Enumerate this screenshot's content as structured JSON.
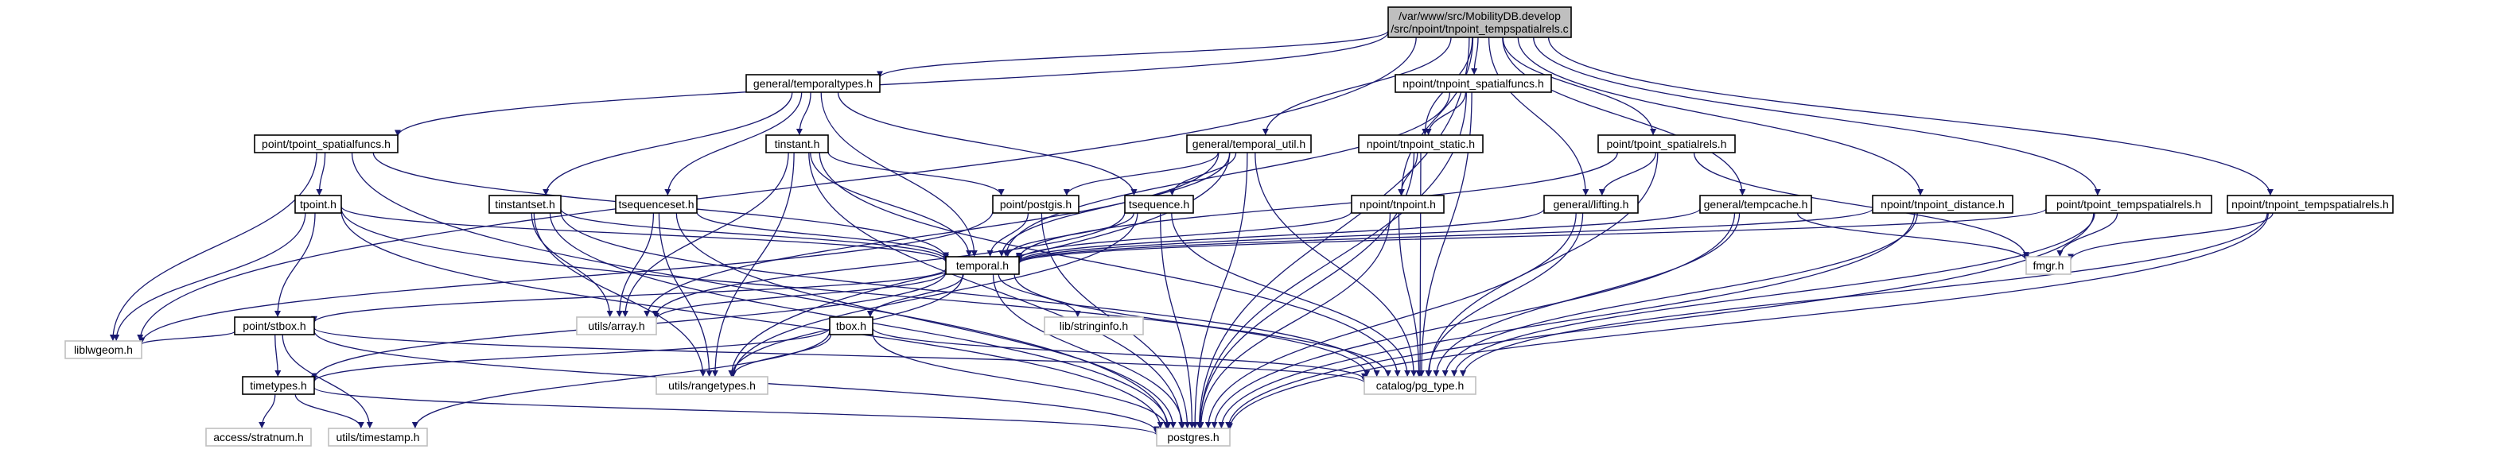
{
  "graph": {
    "colors": {
      "root_fill": "#bfbfbf",
      "root_border": "#000000",
      "node_fill": "#ffffff",
      "node_border": "#000000",
      "external_border": "#bfbfbf",
      "external_text": "#555555",
      "edge": "#191970"
    },
    "nodes": [
      {
        "id": "root",
        "label": "/var/www/src/MobilityDB.develop\n/src/npoint/tnpoint_tempspatialrels.c",
        "kind": "root"
      },
      {
        "id": "general_temporaltypes",
        "label": "general/temporaltypes.h",
        "kind": "internal"
      },
      {
        "id": "npoint_tnpoint_spatialfuncs",
        "label": "npoint/tnpoint_spatialfuncs.h",
        "kind": "internal"
      },
      {
        "id": "point_tpoint_spatialfuncs",
        "label": "point/tpoint_spatialfuncs.h",
        "kind": "internal"
      },
      {
        "id": "tinstant",
        "label": "tinstant.h",
        "kind": "internal"
      },
      {
        "id": "general_temporal_util",
        "label": "general/temporal_util.h",
        "kind": "internal"
      },
      {
        "id": "npoint_tnpoint_static",
        "label": "npoint/tnpoint_static.h",
        "kind": "internal"
      },
      {
        "id": "point_tpoint_spatialrels",
        "label": "point/tpoint_spatialrels.h",
        "kind": "internal"
      },
      {
        "id": "tpoint",
        "label": "tpoint.h",
        "kind": "internal"
      },
      {
        "id": "tinstantset",
        "label": "tinstantset.h",
        "kind": "internal"
      },
      {
        "id": "tsequenceset",
        "label": "tsequenceset.h",
        "kind": "internal"
      },
      {
        "id": "point_postgis",
        "label": "point/postgis.h",
        "kind": "internal"
      },
      {
        "id": "tsequence",
        "label": "tsequence.h",
        "kind": "internal"
      },
      {
        "id": "npoint_tnpoint",
        "label": "npoint/tnpoint.h",
        "kind": "internal"
      },
      {
        "id": "general_lifting",
        "label": "general/lifting.h",
        "kind": "internal"
      },
      {
        "id": "general_tempcache",
        "label": "general/tempcache.h",
        "kind": "internal"
      },
      {
        "id": "npoint_tnpoint_distance",
        "label": "npoint/tnpoint_distance.h",
        "kind": "internal"
      },
      {
        "id": "point_tpoint_tempspatialrels",
        "label": "point/tpoint_tempspatialrels.h",
        "kind": "internal"
      },
      {
        "id": "npoint_tnpoint_tempspatialrels",
        "label": "npoint/tnpoint_tempspatialrels.h",
        "kind": "internal"
      },
      {
        "id": "temporal",
        "label": "temporal.h",
        "kind": "internal"
      },
      {
        "id": "fmgr",
        "label": "fmgr.h",
        "kind": "external"
      },
      {
        "id": "point_stbox",
        "label": "point/stbox.h",
        "kind": "internal"
      },
      {
        "id": "utils_array",
        "label": "utils/array.h",
        "kind": "external"
      },
      {
        "id": "lib_stringinfo",
        "label": "lib/stringinfo.h",
        "kind": "external"
      },
      {
        "id": "tbox",
        "label": "tbox.h",
        "kind": "internal"
      },
      {
        "id": "liblwgeom",
        "label": "liblwgeom.h",
        "kind": "external"
      },
      {
        "id": "timetypes",
        "label": "timetypes.h",
        "kind": "internal"
      },
      {
        "id": "utils_rangetypes",
        "label": "utils/rangetypes.h",
        "kind": "external"
      },
      {
        "id": "catalog_pg_type",
        "label": "catalog/pg_type.h",
        "kind": "external"
      },
      {
        "id": "access_stratnum",
        "label": "access/stratnum.h",
        "kind": "external"
      },
      {
        "id": "utils_timestamp",
        "label": "utils/timestamp.h",
        "kind": "external"
      },
      {
        "id": "postgres",
        "label": "postgres.h",
        "kind": "external"
      }
    ],
    "edges": [
      [
        "root",
        "general_temporaltypes"
      ],
      [
        "root",
        "npoint_tnpoint_spatialfuncs"
      ],
      [
        "root",
        "point_tpoint_spatialfuncs"
      ],
      [
        "root",
        "general_temporal_util"
      ],
      [
        "root",
        "npoint_tnpoint_static"
      ],
      [
        "root",
        "point_tpoint_spatialrels"
      ],
      [
        "root",
        "npoint_tnpoint"
      ],
      [
        "root",
        "general_lifting"
      ],
      [
        "root",
        "general_tempcache"
      ],
      [
        "root",
        "npoint_tnpoint_distance"
      ],
      [
        "root",
        "point_tpoint_tempspatialrels"
      ],
      [
        "root",
        "npoint_tnpoint_tempspatialrels"
      ],
      [
        "root",
        "liblwgeom"
      ],
      [
        "root",
        "postgres"
      ],
      [
        "general_temporaltypes",
        "tinstant"
      ],
      [
        "general_temporaltypes",
        "tinstantset"
      ],
      [
        "general_temporaltypes",
        "tsequenceset"
      ],
      [
        "general_temporaltypes",
        "tsequence"
      ],
      [
        "general_temporaltypes",
        "temporal"
      ],
      [
        "npoint_tnpoint_spatialfuncs",
        "npoint_tnpoint_static"
      ],
      [
        "npoint_tnpoint_spatialfuncs",
        "temporal"
      ],
      [
        "npoint_tnpoint_spatialfuncs",
        "catalog_pg_type"
      ],
      [
        "npoint_tnpoint_spatialfuncs",
        "postgres"
      ],
      [
        "point_tpoint_spatialfuncs",
        "tpoint"
      ],
      [
        "point_tpoint_spatialfuncs",
        "temporal"
      ],
      [
        "point_tpoint_spatialfuncs",
        "liblwgeom"
      ],
      [
        "point_tpoint_spatialfuncs",
        "postgres"
      ],
      [
        "tinstant",
        "temporal"
      ],
      [
        "tinstant",
        "utils_array"
      ],
      [
        "tinstant",
        "utils_rangetypes"
      ],
      [
        "tinstant",
        "point_postgis"
      ],
      [
        "tinstant",
        "catalog_pg_type"
      ],
      [
        "tinstant",
        "postgres"
      ],
      [
        "general_temporal_util",
        "temporal"
      ],
      [
        "general_temporal_util",
        "point_postgis"
      ],
      [
        "general_temporal_util",
        "tsequence"
      ],
      [
        "general_temporal_util",
        "utils_array"
      ],
      [
        "general_temporal_util",
        "utils_rangetypes"
      ],
      [
        "general_temporal_util",
        "catalog_pg_type"
      ],
      [
        "general_temporal_util",
        "postgres"
      ],
      [
        "npoint_tnpoint_static",
        "npoint_tnpoint"
      ],
      [
        "npoint_tnpoint_static",
        "catalog_pg_type"
      ],
      [
        "npoint_tnpoint_static",
        "postgres"
      ],
      [
        "point_tpoint_spatialrels",
        "general_lifting"
      ],
      [
        "point_tpoint_spatialrels",
        "temporal"
      ],
      [
        "point_tpoint_spatialrels",
        "fmgr"
      ],
      [
        "point_tpoint_spatialrels",
        "catalog_pg_type"
      ],
      [
        "tpoint",
        "point_stbox"
      ],
      [
        "tpoint",
        "temporal"
      ],
      [
        "tpoint",
        "liblwgeom"
      ],
      [
        "tpoint",
        "catalog_pg_type"
      ],
      [
        "tpoint",
        "postgres"
      ],
      [
        "tinstantset",
        "temporal"
      ],
      [
        "tinstantset",
        "utils_array"
      ],
      [
        "tinstantset",
        "utils_rangetypes"
      ],
      [
        "tinstantset",
        "catalog_pg_type"
      ],
      [
        "tinstantset",
        "postgres"
      ],
      [
        "tsequenceset",
        "temporal"
      ],
      [
        "tsequenceset",
        "utils_array"
      ],
      [
        "tsequenceset",
        "utils_rangetypes"
      ],
      [
        "tsequenceset",
        "postgres"
      ],
      [
        "point_postgis",
        "temporal"
      ],
      [
        "point_postgis",
        "liblwgeom"
      ],
      [
        "point_postgis",
        "postgres"
      ],
      [
        "tsequence",
        "temporal"
      ],
      [
        "tsequence",
        "utils_array"
      ],
      [
        "tsequence",
        "utils_rangetypes"
      ],
      [
        "tsequence",
        "catalog_pg_type"
      ],
      [
        "tsequence",
        "postgres"
      ],
      [
        "npoint_tnpoint",
        "temporal"
      ],
      [
        "npoint_tnpoint",
        "catalog_pg_type"
      ],
      [
        "npoint_tnpoint",
        "postgres"
      ],
      [
        "general_lifting",
        "temporal"
      ],
      [
        "general_lifting",
        "catalog_pg_type"
      ],
      [
        "general_lifting",
        "postgres"
      ],
      [
        "general_tempcache",
        "temporal"
      ],
      [
        "general_tempcache",
        "fmgr"
      ],
      [
        "general_tempcache",
        "catalog_pg_type"
      ],
      [
        "general_tempcache",
        "postgres"
      ],
      [
        "npoint_tnpoint_distance",
        "temporal"
      ],
      [
        "npoint_tnpoint_distance",
        "catalog_pg_type"
      ],
      [
        "npoint_tnpoint_distance",
        "postgres"
      ],
      [
        "point_tpoint_tempspatialrels",
        "temporal"
      ],
      [
        "point_tpoint_tempspatialrels",
        "fmgr"
      ],
      [
        "point_tpoint_tempspatialrels",
        "catalog_pg_type"
      ],
      [
        "point_tpoint_tempspatialrels",
        "postgres"
      ],
      [
        "npoint_tnpoint_tempspatialrels",
        "fmgr"
      ],
      [
        "npoint_tnpoint_tempspatialrels",
        "catalog_pg_type"
      ],
      [
        "npoint_tnpoint_tempspatialrels",
        "postgres"
      ],
      [
        "temporal",
        "point_stbox"
      ],
      [
        "temporal",
        "utils_array"
      ],
      [
        "temporal",
        "lib_stringinfo"
      ],
      [
        "temporal",
        "tbox"
      ],
      [
        "temporal",
        "timetypes"
      ],
      [
        "temporal",
        "utils_rangetypes"
      ],
      [
        "temporal",
        "catalog_pg_type"
      ],
      [
        "temporal",
        "postgres"
      ],
      [
        "point_stbox",
        "liblwgeom"
      ],
      [
        "point_stbox",
        "timetypes"
      ],
      [
        "point_stbox",
        "catalog_pg_type"
      ],
      [
        "point_stbox",
        "utils_timestamp"
      ],
      [
        "point_stbox",
        "postgres"
      ],
      [
        "tbox",
        "timetypes"
      ],
      [
        "tbox",
        "utils_rangetypes"
      ],
      [
        "tbox",
        "catalog_pg_type"
      ],
      [
        "tbox",
        "utils_timestamp"
      ],
      [
        "tbox",
        "postgres"
      ],
      [
        "timetypes",
        "access_stratnum"
      ],
      [
        "timetypes",
        "utils_timestamp"
      ],
      [
        "timetypes",
        "postgres"
      ]
    ]
  }
}
